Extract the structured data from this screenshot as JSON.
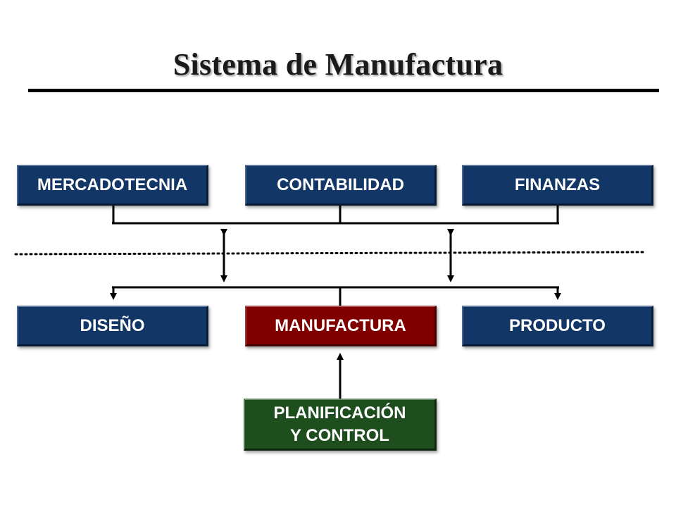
{
  "title": "Sistema de Manufactura",
  "colors": {
    "blue_box": "#123666",
    "red_box": "#800000",
    "green_box": "#1e4d1e",
    "lines": "#000000"
  },
  "boxes": {
    "mercadotecnia": {
      "label": "MERCADOTECNIA",
      "color": "#123666"
    },
    "contabilidad": {
      "label": "CONTABILIDAD",
      "color": "#123666"
    },
    "finanzas": {
      "label": "FINANZAS",
      "color": "#123666"
    },
    "diseno": {
      "label": "DISEÑO",
      "color": "#123666"
    },
    "manufactura": {
      "label": "MANUFACTURA",
      "color": "#800000"
    },
    "producto": {
      "label": "PRODUCTO",
      "color": "#123666"
    },
    "planificacion": {
      "label": "PLANIFICACIÓN\nY CONTROL",
      "color": "#1e4d1e"
    }
  }
}
